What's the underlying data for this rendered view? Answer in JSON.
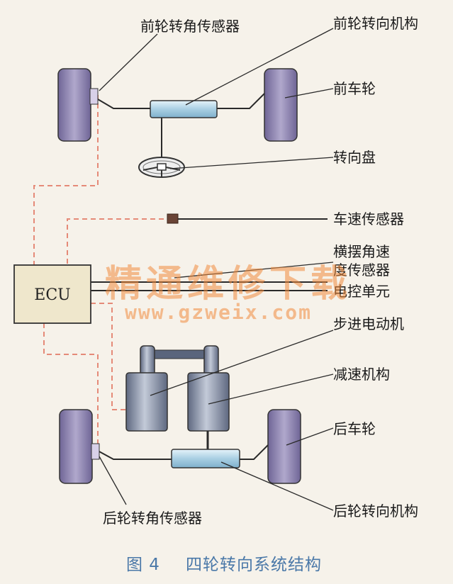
{
  "labels": {
    "front_wheel_angle_sensor": "前轮转角传感器",
    "front_steering_mechanism": "前轮转向机构",
    "front_wheel": "前车轮",
    "steering_wheel": "转向盘",
    "vehicle_speed_sensor": "车速传感器",
    "yaw_rate_sensor_line1": "横摆角速",
    "yaw_rate_sensor_line2": "度传感器",
    "electronic_control_unit": "电控单元",
    "stepper_motor": "步进电动机",
    "reduction_mechanism": "减速机构",
    "rear_wheel": "后车轮",
    "rear_wheel_angle_sensor": "后轮转角传感器",
    "rear_steering_mechanism": "后轮转向机构"
  },
  "ecu": {
    "text": "ECU"
  },
  "caption": {
    "figure_number": "图 4",
    "title": "四轮转向系统结构"
  },
  "watermark": {
    "line1": "精通维修下载",
    "line2": "www.gzweix.com"
  },
  "colors": {
    "wheel_fill": "#8c82ad",
    "cylinder_fill": "#b8d8ea",
    "ecu_fill": "#efe7cc",
    "motor_fill": "#7e8aa2",
    "dashed_line": "#e58a78",
    "caption": "#4a78a8",
    "watermark": "#f08a3c"
  }
}
